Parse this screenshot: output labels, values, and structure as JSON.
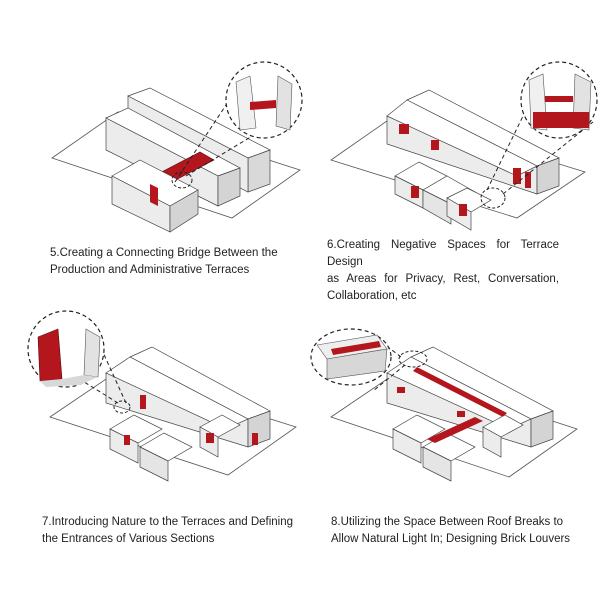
{
  "palette": {
    "accent": "#b3161d",
    "shadow": "#cfcfcf",
    "face_light": "#ffffff",
    "face_mid": "#e9e9e9",
    "face_dark": "#d7d7d7",
    "ground": "#ffffff",
    "line": "#3a3a3a"
  },
  "steps": [
    {
      "caption_lines": [
        "5.Creating a Connecting Bridge Between the",
        "Production and Administrative Terraces"
      ]
    },
    {
      "caption_lines": [
        "6.Creating Negative Spaces for Terrace Design",
        "as Areas for Privacy, Rest, Conversation,",
        "Collaboration, etc"
      ]
    },
    {
      "caption_lines": [
        "7.Introducing Nature to the Terraces and Defining",
        "the Entrances of Various Sections"
      ]
    },
    {
      "caption_lines": [
        "8.Utilizing the Space Between Roof Breaks to",
        "Allow Natural Light In; Designing Brick Louvers"
      ]
    }
  ]
}
